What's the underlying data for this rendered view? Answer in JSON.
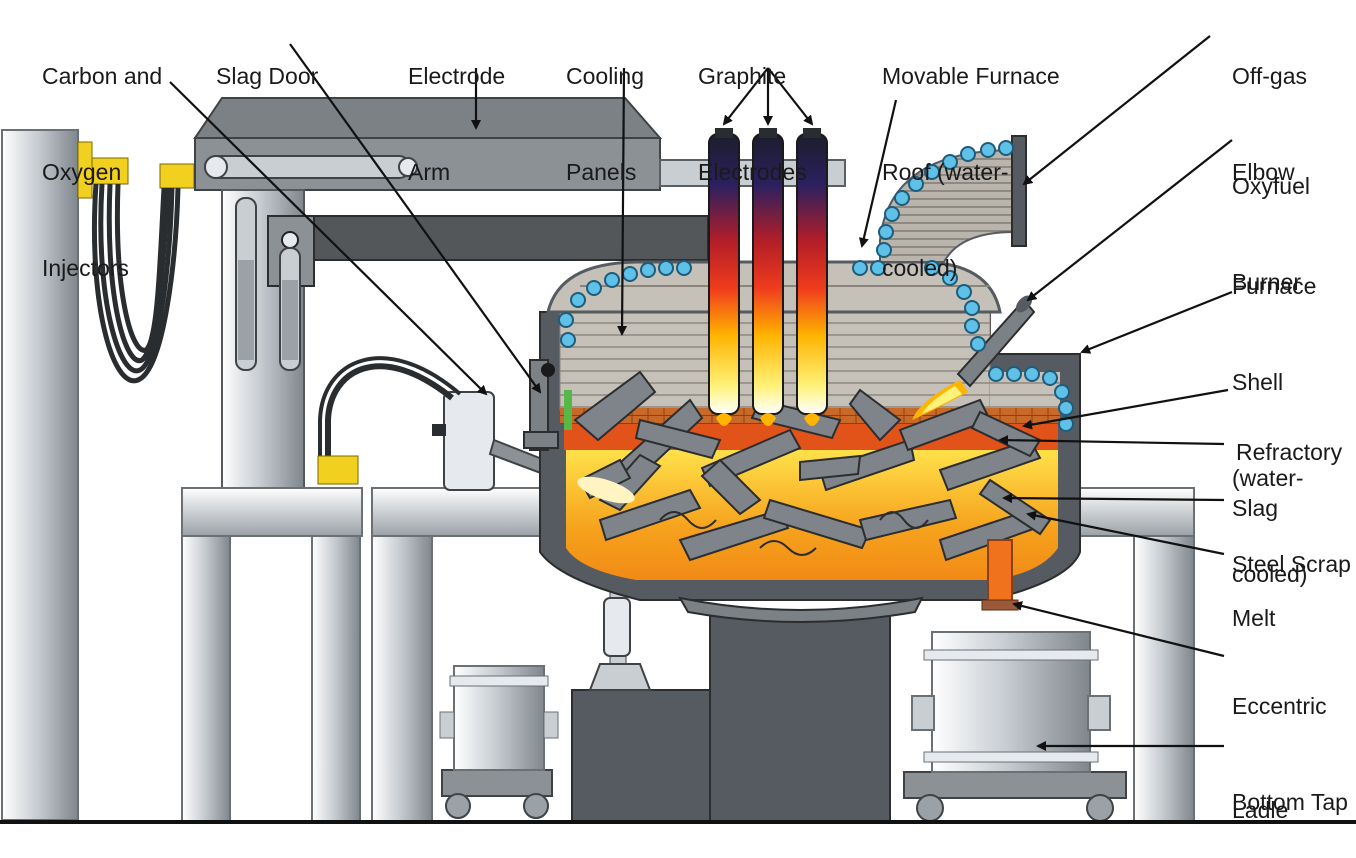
{
  "diagram": {
    "labels": {
      "carbon_oxygen_injectors": [
        "Carbon and",
        "Oxygen",
        "Injectors"
      ],
      "slag_door": [
        "Slag Door"
      ],
      "electrode_arm": [
        "Electrode",
        "Arm"
      ],
      "cooling_panels": [
        "Cooling",
        "Panels"
      ],
      "graphite_electrodes": [
        "Graphite",
        "Electrodes"
      ],
      "movable_furnace_roof": [
        "Movable Furnace",
        "Roof (water-",
        "cooled)"
      ],
      "off_gas_elbow": [
        "Off-gas",
        "Elbow"
      ],
      "oxyfuel_burner": [
        "Oxyfuel",
        "Burner"
      ],
      "furnace_shell": [
        "Furnace",
        "Shell",
        "(water-",
        "cooled)"
      ],
      "refractory": [
        "Refractory"
      ],
      "slag": [
        "Slag"
      ],
      "steel_scrap": [
        "Steel Scrap"
      ],
      "melt": [
        "Melt"
      ],
      "eccentric_bottom_tap": [
        "Eccentric",
        "Bottom Tap"
      ],
      "ladle": [
        "Ladle"
      ]
    },
    "colors": {
      "steel_dark": "#555b60",
      "steel_mid": "#8c9196",
      "steel_light": "#c9ced3",
      "pipe_light": "#e6eaee",
      "water_bead": "#5fc0e8",
      "yellow_clamp": "#f2d01f",
      "slag": "#e2531a",
      "melt": "#f6a21d",
      "melt_hot": "#ffe14a",
      "refractory": "#c8692a",
      "arc_flame": "#ffb400",
      "scrap": "#7e8489",
      "line": "#111111"
    }
  }
}
